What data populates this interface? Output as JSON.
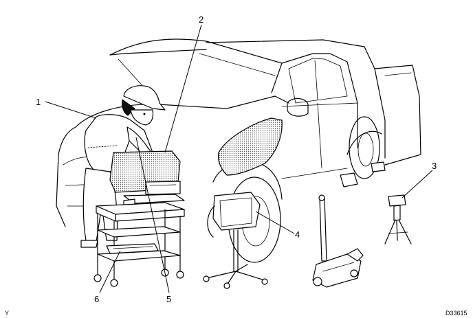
{
  "callouts": [
    {
      "label": "1"
    },
    {
      "label": "2"
    },
    {
      "label": "3"
    },
    {
      "label": "4"
    },
    {
      "label": "5"
    },
    {
      "label": "6"
    }
  ],
  "footer": {
    "left_code": "Y",
    "right_code": "D33615"
  }
}
